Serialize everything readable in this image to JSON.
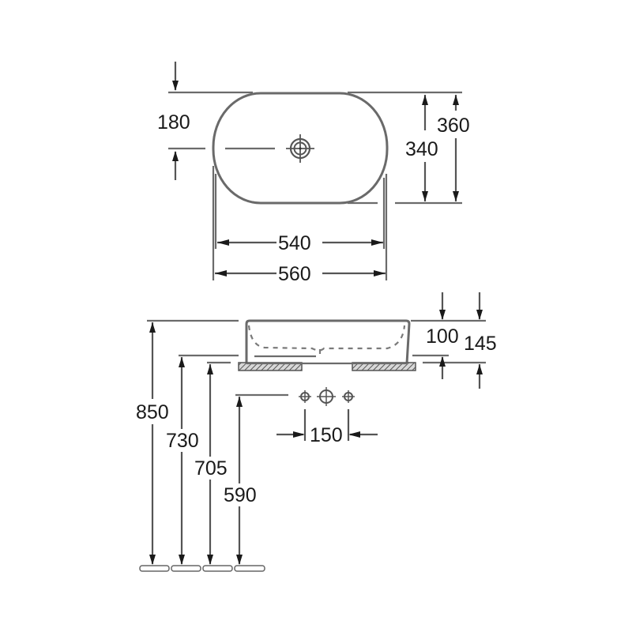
{
  "drawing": {
    "title": "Oval countertop washbasin dimension drawing",
    "line_color": "#6b6b6b",
    "text_color": "#1a1a1a",
    "top_view": {
      "dimensions": {
        "waste_offset": "180",
        "inner_depth": "340",
        "outer_depth": "360",
        "inner_width": "540",
        "outer_width": "560"
      },
      "features": [
        "oval-basin-outline",
        "waste-outlet-symbol",
        "centerline"
      ]
    },
    "side_view": {
      "dimensions": {
        "bowl_height": "100",
        "overall_height": "145",
        "tap_spacing": "150",
        "rim_height": "850",
        "countertop_height": "730",
        "base_height": "705",
        "supply_height": "590"
      },
      "features": [
        "basin-profile",
        "hatched-countertop-supports",
        "tap-connection-symbols",
        "floor-blocks"
      ]
    }
  }
}
